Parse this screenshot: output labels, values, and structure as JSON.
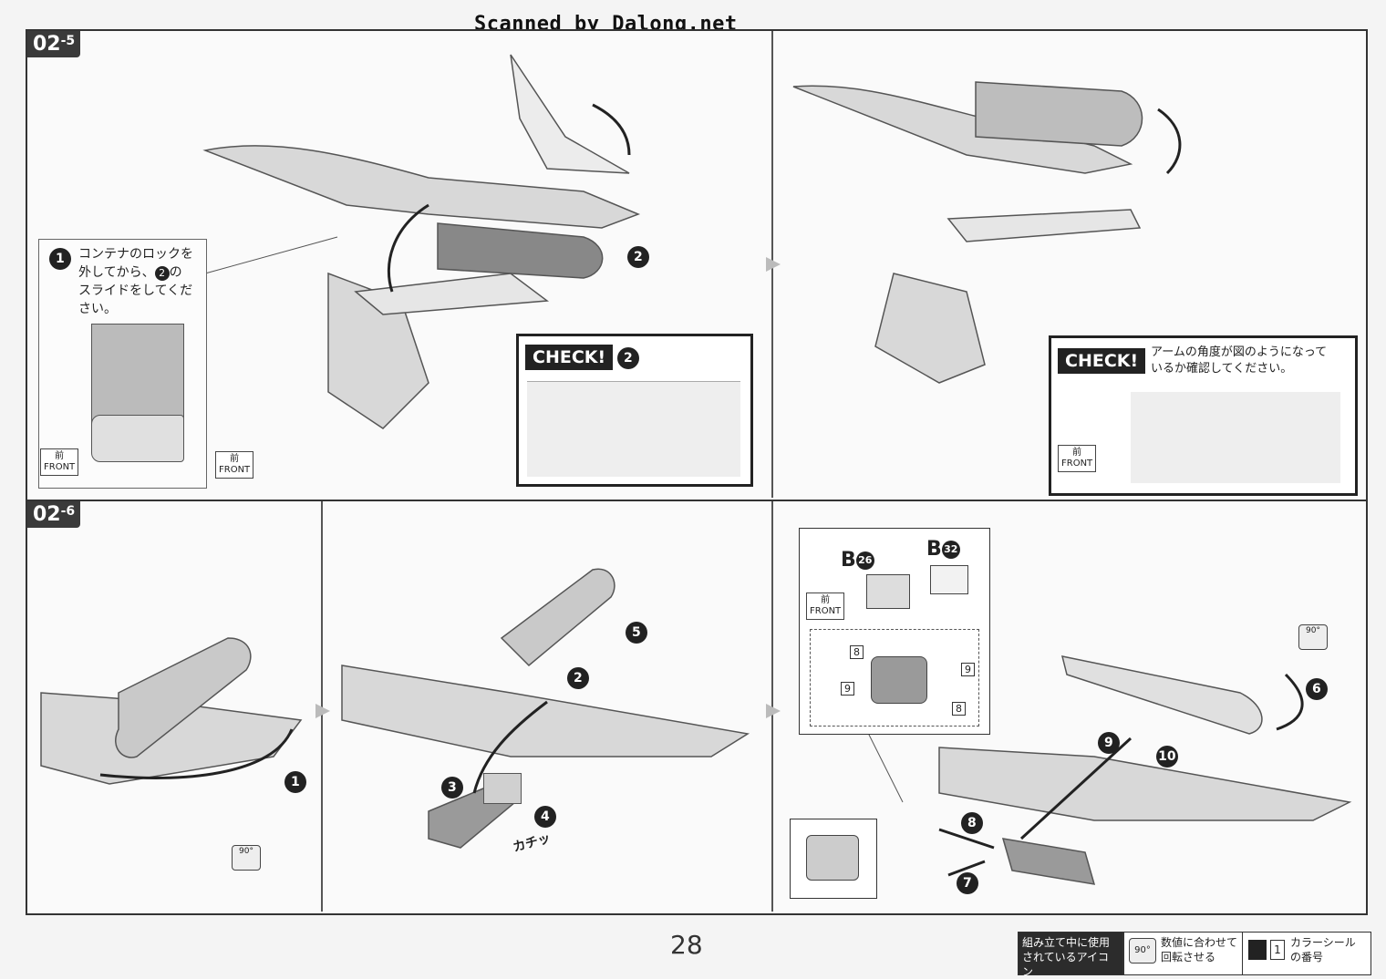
{
  "watermark": "Scanned by Dalong.net",
  "page_number": "28",
  "steps": {
    "step_a": {
      "label": "02",
      "sub": "-5"
    },
    "step_b": {
      "label": "02",
      "sub": "-6"
    }
  },
  "note1": {
    "badge": "1",
    "text_line1": "コンテナのロックを",
    "text_line2": "外してから、",
    "text_badge": "2",
    "text_line2b": "の",
    "text_line3": "スライドをしてくだ",
    "text_line4": "さい。"
  },
  "check1": {
    "label": "CHECK!",
    "badge": "2"
  },
  "check2": {
    "label": "CHECK!",
    "text_line1": "アームの角度が図のようになって",
    "text_line2": "いるか確認してください。"
  },
  "front": {
    "jp": "前",
    "en": "FRONT"
  },
  "rotate": {
    "deg": "90°"
  },
  "click_sound": "カチッ",
  "parts": {
    "p1": "B",
    "p1_num": "26",
    "p2": "B",
    "p2_num": "32"
  },
  "seals": [
    "8",
    "9",
    "9",
    "8"
  ],
  "step_numbers": [
    "1",
    "2",
    "3",
    "4",
    "5",
    "6",
    "7",
    "8",
    "9",
    "10"
  ],
  "legend": {
    "title_line1": "組み立て中に使用",
    "title_line2": "されているアイコン",
    "rot_line1": "数値に合わせて",
    "rot_line2": "回転させる",
    "rot_icon": "90°",
    "seal_line1": "カラーシール",
    "seal_line2": "の番号",
    "seal_icon": "1"
  }
}
